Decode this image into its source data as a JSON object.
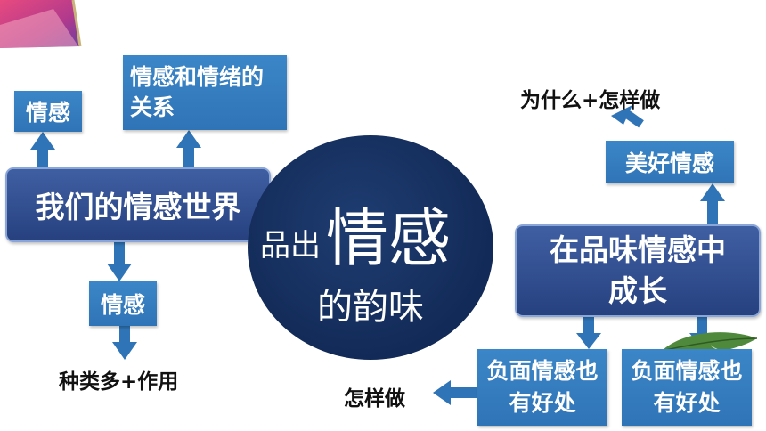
{
  "center": {
    "small_left": "品出",
    "big": "情感",
    "bottom": "的韵味"
  },
  "left_main": "我们的情感世界",
  "left_top_a": "情感",
  "left_top_b": "情感和情绪的关系",
  "left_bottom_box": "情感",
  "left_bottom_text": "种类多+作用",
  "right_main": "在品味情感中成长",
  "right_top_box": "美好情感",
  "right_top_text": "为什么+怎样做",
  "right_bottom_a": "负面情感也有好处",
  "right_bottom_b": "负面情感也有好处",
  "right_bottom_text": "怎样做",
  "colors": {
    "box": "#2f74b6",
    "main_box": "#2f4c8f",
    "circle": "#122a57",
    "accent_corner": "#c2185b"
  }
}
